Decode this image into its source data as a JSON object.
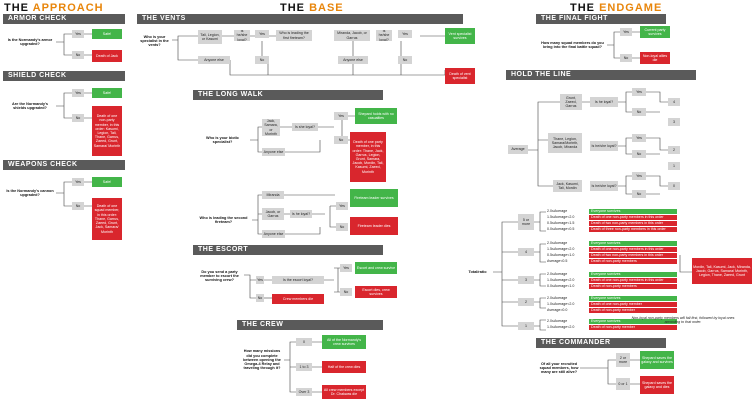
{
  "columns": {
    "approach": [
      "THE",
      "APPROACH"
    ],
    "base": [
      "THE",
      "BASE"
    ],
    "endgame": [
      "THE",
      "ENDGAME"
    ]
  },
  "sections": {
    "armor": "ARMOR CHECK",
    "shield": "SHIELD CHECK",
    "weapons": "WEAPONS CHECK",
    "vents": "THE VENTS",
    "longwalk": "THE LONG WALK",
    "escort": "THE ESCORT",
    "crew": "THE CREW",
    "final": "THE FINAL FIGHT",
    "hold": "HOLD THE LINE",
    "commander": "THE COMMANDER"
  },
  "approach": {
    "armor_q": "Is the Normandy's armor upgraded?",
    "armor_yes": "Yes",
    "armor_no": "No",
    "armor_safe": "Safe!",
    "armor_death": "Death of Jack",
    "shield_q": "Are the Normandy's shields upgraded?",
    "shield_yes": "Yes",
    "shield_no": "No",
    "shield_safe": "Safe!",
    "shield_death": "Death of one non-party member, in this order: Kasumi, Legion, Tali, Thane, Garrus, Zaeed, Grunt, Samara/ Morinth",
    "weap_q": "Is the Normandy's cannon upgraded?",
    "weap_yes": "Yes",
    "weap_no": "No",
    "weap_safe": "Safe!",
    "weap_death": "Death of one squad member, in this order: Thane, Garrus, Zaeed, Grunt, Jack, Samara/ Morinth"
  },
  "vents": {
    "q": "Who is your specialist in the vents?",
    "opt1": "Tali, Legion, or Kasumi",
    "opt2": "Anyone else",
    "loyal_q": "Is he/she loyal?",
    "yes": "Yes",
    "no": "No",
    "leader_q": "Who is leading the first fireteam?",
    "leaders": "Miranda, Jacob, or Garrus",
    "else": "Anyone else",
    "loyal_q2": "Is he/she loyal?",
    "survive": "Vent specialist survives",
    "death": "Death of vent specialist"
  },
  "longwalk": {
    "q": "Who is your biotic specialist?",
    "opt1": "Jack, Samara, or Morinth",
    "opt2": "Anyone else",
    "loyal_q": "Is she loyal?",
    "yes": "Yes",
    "no": "No",
    "survive": "Shepard holds with no casualties",
    "death": "Death of one party member, in this order: Thane, Jack, Garrus, Legion, Grunt, Samara, Jacob, Mordin, Tali, Kasumi, Zaeed, Morinth",
    "q2": "Who is leading the second fireteam?",
    "opt3": "Miranda",
    "opt4": "Jacob, or Garrus",
    "opt5": "Anyone else",
    "loyal_q2": "Is he loyal?",
    "ft_survive": "Fireteam leader survives",
    "ft_death": "Fireteam leader dies"
  },
  "escort": {
    "q": "Do you send a party member to escort the surviving crew?",
    "yes": "Yes",
    "no": "No",
    "loyal_q": "Is the escort loyal?",
    "yes2": "Yes",
    "no2": "No",
    "both": "Escort and crew survive",
    "escort_dies": "Escort dies, crew survives",
    "crew_dies": "Crew members die"
  },
  "crew": {
    "q": "How many missions did you complete between opening the Omega-4 Relay and traveling through it?",
    "o0": "0",
    "o1": "1 to 3",
    "o2": "Over 3",
    "r0": "All of the Normandy's crew survives",
    "r1": "Half of the crew dies",
    "r2": "All crew members except Dr. Chakwas die"
  },
  "final": {
    "q": "How many squad members do you bring into the final battle squad?",
    "yes": "Yes",
    "no": "No",
    "survive": "Current party survives",
    "death": "Non-loyal allies die"
  },
  "hold": {
    "grunt": "Grunt, Zaeed, Garrus",
    "thane": "Thane, Legion, Samara/Morinth, Jacob, Miranda",
    "jack": "Jack, Kasumi, Tali, Mordin",
    "loyal1": "Is he loyal?",
    "loyal2": "Is he/she loyal?",
    "loyal3": "Is he/she loyal?",
    "yes": "Yes",
    "no": "No",
    "average": "Average",
    "n4": "4",
    "n3": "3",
    "n2": "2",
    "n1": "1",
    "n0": "0"
  },
  "totals": {
    "label": "Total/ratio",
    "g5": "5 or more",
    "g4": "4",
    "g3": "3",
    "g2": "2",
    "g1": "1",
    "c1": "2.0≤Average",
    "c2": "1.5≤Average<2.0",
    "c3": "0.5≤Average<1.5",
    "c4": "0.0≤Average<0.5",
    "c5": "2.0≤Average",
    "c6": "1.5≤Average<2.0",
    "c7": "0.5≤Average<1.0",
    "c8": "Average<0.5",
    "c9": "2.0≤Average",
    "c10": "1.0≤Average<2.0",
    "c11": "0.0≤Average<1.0",
    "c12": "2.0≤Average",
    "c13": "1.0≤Average<2.0",
    "c14": "Average=0.0",
    "c15": "2.0≤Average",
    "c16": "1.0≤Average<2.0",
    "r_all": "Everyone survives",
    "r_one": "Death of one non-party members in this order",
    "r_two": "Death of two non-party members in this order",
    "r_three": "Death of three non-party members in this order",
    "r_nonparty": "Death of non-party members",
    "r_all2": "Everyone survives",
    "r_one2": "Death of one non-party members in this order",
    "r_two2": "Death of two non-party members in this order",
    "r_nonparty2": "Death of non-party members",
    "r_all3": "Everyone survives",
    "r_one3": "Death of one non-party members in this order",
    "r_nonparty3": "Death of non-party members",
    "r_all4": "Everyone survives",
    "r_one4": "Death of one non-party member",
    "r_nonparty4": "Death of non-party member",
    "r_all5": "Everyone survives",
    "r_nonparty5": "Death of non-party member",
    "order": "Mordin, Tali, Kasumi, Jack, Miranda, Jacob, Garrus, Samara/ Morinth, Legion, Thane, Zaeed, Grunt",
    "note": "Non-loyal non-party members will fall first, followed by loyal ones according to that order."
  },
  "commander": {
    "q": "Of all your recruited squad members, how many are still alive?",
    "o1": "2 or more",
    "o2": "0 or 1",
    "r1": "Shepard saves the galaxy and survives",
    "r2": "Shepard saves the galaxy and dies"
  }
}
